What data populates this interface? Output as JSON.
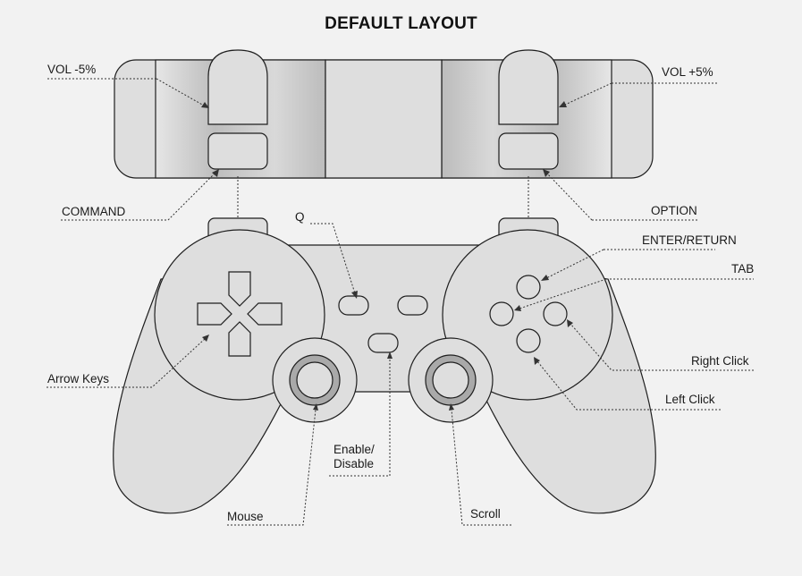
{
  "title": "DEFAULT LAYOUT",
  "labels": {
    "vol_down": "VOL -5%",
    "vol_up": "VOL +5%",
    "command": "COMMAND",
    "option": "OPTION",
    "q": "Q",
    "enter": "ENTER/RETURN",
    "tab": "TAB",
    "right_click": "Right Click",
    "left_click": "Left Click",
    "arrow_keys": "Arrow Keys",
    "enable_disable": "Enable/\nDisable",
    "mouse": "Mouse",
    "scroll": "Scroll"
  },
  "colors": {
    "background": "#f2f2f2",
    "body_fill": "#dedede",
    "outline": "#1e1e1e",
    "thumb_ring": "#a9a9a9"
  }
}
